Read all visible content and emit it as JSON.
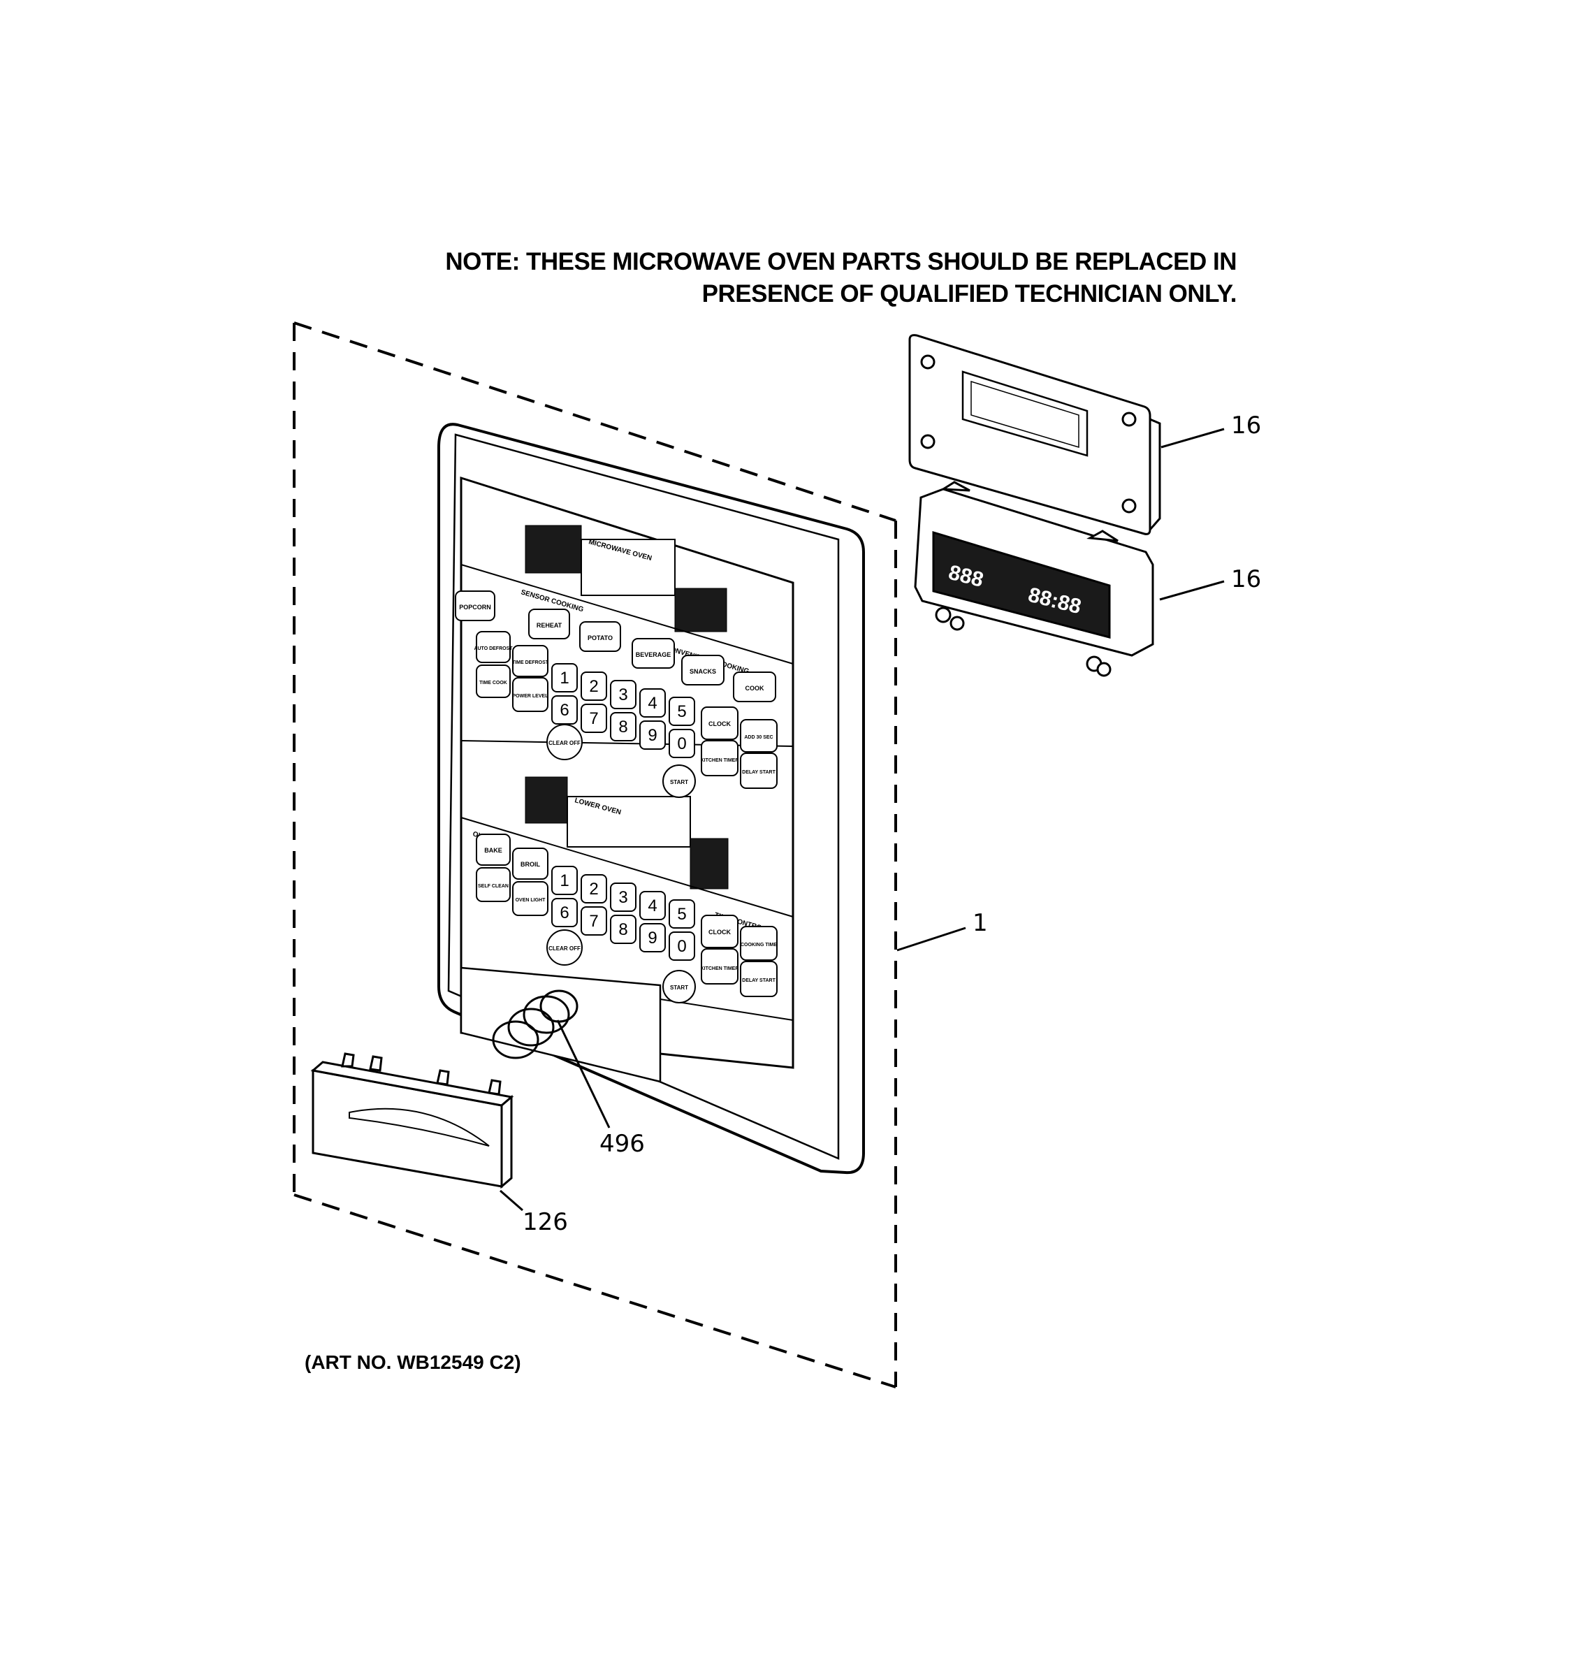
{
  "note": {
    "line1": "NOTE: THESE MICROWAVE OVEN PARTS SHOULD BE REPLACED IN",
    "line2": "PRESENCE OF QUALIFIED TECHNICIAN ONLY."
  },
  "art_number": "(ART NO. WB12549 C2)",
  "callouts": {
    "c16a": "16",
    "c16b": "16",
    "c1": "1",
    "c496": "496",
    "c126": "126"
  },
  "panel": {
    "upper_title": "MICROWAVE OVEN",
    "lower_title": "LOWER OVEN",
    "sensor_cooking": "SENSOR COOKING",
    "convenience_cooking": "CONVENIENCE COOKING",
    "oven_group": "OVEN",
    "time_controls": "TIME CONTROLS",
    "upper_keys": {
      "popcorn": "POPCORN",
      "reheat": "REHEAT",
      "potato": "POTATO",
      "auto_defrost": "AUTO DEFROST",
      "time_defrost": "TIME DEFROST",
      "beverage": "BEVERAGE",
      "snacks": "SNACKS",
      "cook": "COOK",
      "time_cook": "TIME COOK",
      "power_level": "POWER LEVEL",
      "clock": "CLOCK",
      "add_30": "ADD 30 SEC",
      "kitchen_timer": "KITCHEN TIMER",
      "delay_start": "DELAY START",
      "clear_off": "CLEAR OFF",
      "start": "START"
    },
    "lower_keys": {
      "bake": "BAKE",
      "broil": "BROIL",
      "self_clean": "SELF CLEAN",
      "oven_light": "OVEN LIGHT",
      "clock": "CLOCK",
      "cooking_time": "COOKING TIME",
      "kitchen_timer": "KITCHEN TIMER",
      "delay_start": "DELAY START",
      "clear_off": "CLEAR OFF",
      "start": "START"
    },
    "digits_row1": [
      "1",
      "2",
      "3",
      "4",
      "5"
    ],
    "digits_row2": [
      "6",
      "7",
      "8",
      "9",
      "0"
    ]
  },
  "display_board": {
    "left_digits": "888",
    "right_digits": "88:88"
  }
}
